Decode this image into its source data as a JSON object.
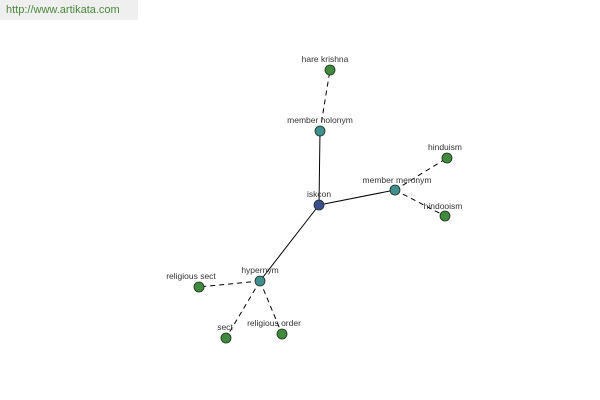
{
  "banner": {
    "url": "http://www.artikata.com"
  },
  "colors": {
    "center": "#3b4f8c",
    "relation": "#3f8f8f",
    "leaf": "#3f8a3c",
    "node_stroke": "#1e2e1e",
    "edge": "#000000"
  },
  "graph": {
    "nodes": [
      {
        "id": "iskcon",
        "label": "iskcon",
        "kind": "center"
      },
      {
        "id": "member-holonym",
        "label": "member holonym",
        "kind": "relation"
      },
      {
        "id": "member-meronym",
        "label": "member meronym",
        "kind": "relation"
      },
      {
        "id": "hypernym",
        "label": "hypernym",
        "kind": "relation"
      },
      {
        "id": "hare-krishna",
        "label": "hare krishna",
        "kind": "leaf"
      },
      {
        "id": "hinduism",
        "label": "hinduism",
        "kind": "leaf"
      },
      {
        "id": "hindooism",
        "label": "hindooism",
        "kind": "leaf"
      },
      {
        "id": "religious-sect",
        "label": "religious sect",
        "kind": "leaf"
      },
      {
        "id": "sect",
        "label": "sect",
        "kind": "leaf"
      },
      {
        "id": "religious-order",
        "label": "religious order",
        "kind": "leaf"
      }
    ],
    "edges": [
      {
        "from": "iskcon",
        "to": "member-holonym",
        "style": "solid"
      },
      {
        "from": "iskcon",
        "to": "member-meronym",
        "style": "solid"
      },
      {
        "from": "iskcon",
        "to": "hypernym",
        "style": "solid"
      },
      {
        "from": "member-holonym",
        "to": "hare-krishna",
        "style": "dashed"
      },
      {
        "from": "member-meronym",
        "to": "hinduism",
        "style": "dashed"
      },
      {
        "from": "member-meronym",
        "to": "hindooism",
        "style": "dashed"
      },
      {
        "from": "hypernym",
        "to": "religious-sect",
        "style": "dashed"
      },
      {
        "from": "hypernym",
        "to": "sect",
        "style": "dashed"
      },
      {
        "from": "hypernym",
        "to": "religious-order",
        "style": "dashed"
      }
    ]
  }
}
